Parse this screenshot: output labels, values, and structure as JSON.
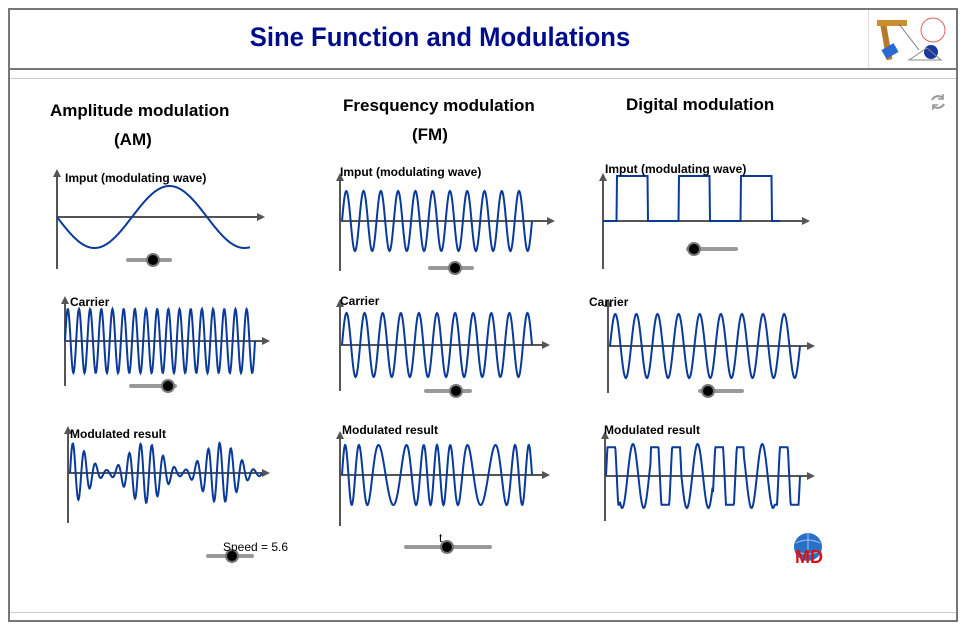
{
  "title": "Sine Function and Modulations",
  "colors": {
    "title": "#000c8c",
    "wave": "#0a3a9a",
    "axis": "#555555"
  },
  "columns": [
    {
      "heading": "Amplitude modulation",
      "subheading": "(AM)",
      "input_label": "Imput (modulating wave)",
      "carrier_label": "Carrier",
      "result_label": "Modulated result"
    },
    {
      "heading": "Fresquency modulation",
      "subheading": "(FM)",
      "input_label": "Imput (modulating wave)",
      "carrier_label": "Carrier",
      "result_label": "Modulated result"
    },
    {
      "heading": "Digital modulation",
      "input_label": "Imput (modulating wave)",
      "carrier_label": "Carrier",
      "result_label": "Modulated result"
    }
  ],
  "sliders": {
    "speed_label": "Speed = 5.6",
    "speed_value": 5.6,
    "t_label": "t"
  },
  "icons": [
    "refresh-icon",
    "geometry-tools-logo",
    "globe-md-logo"
  ]
}
